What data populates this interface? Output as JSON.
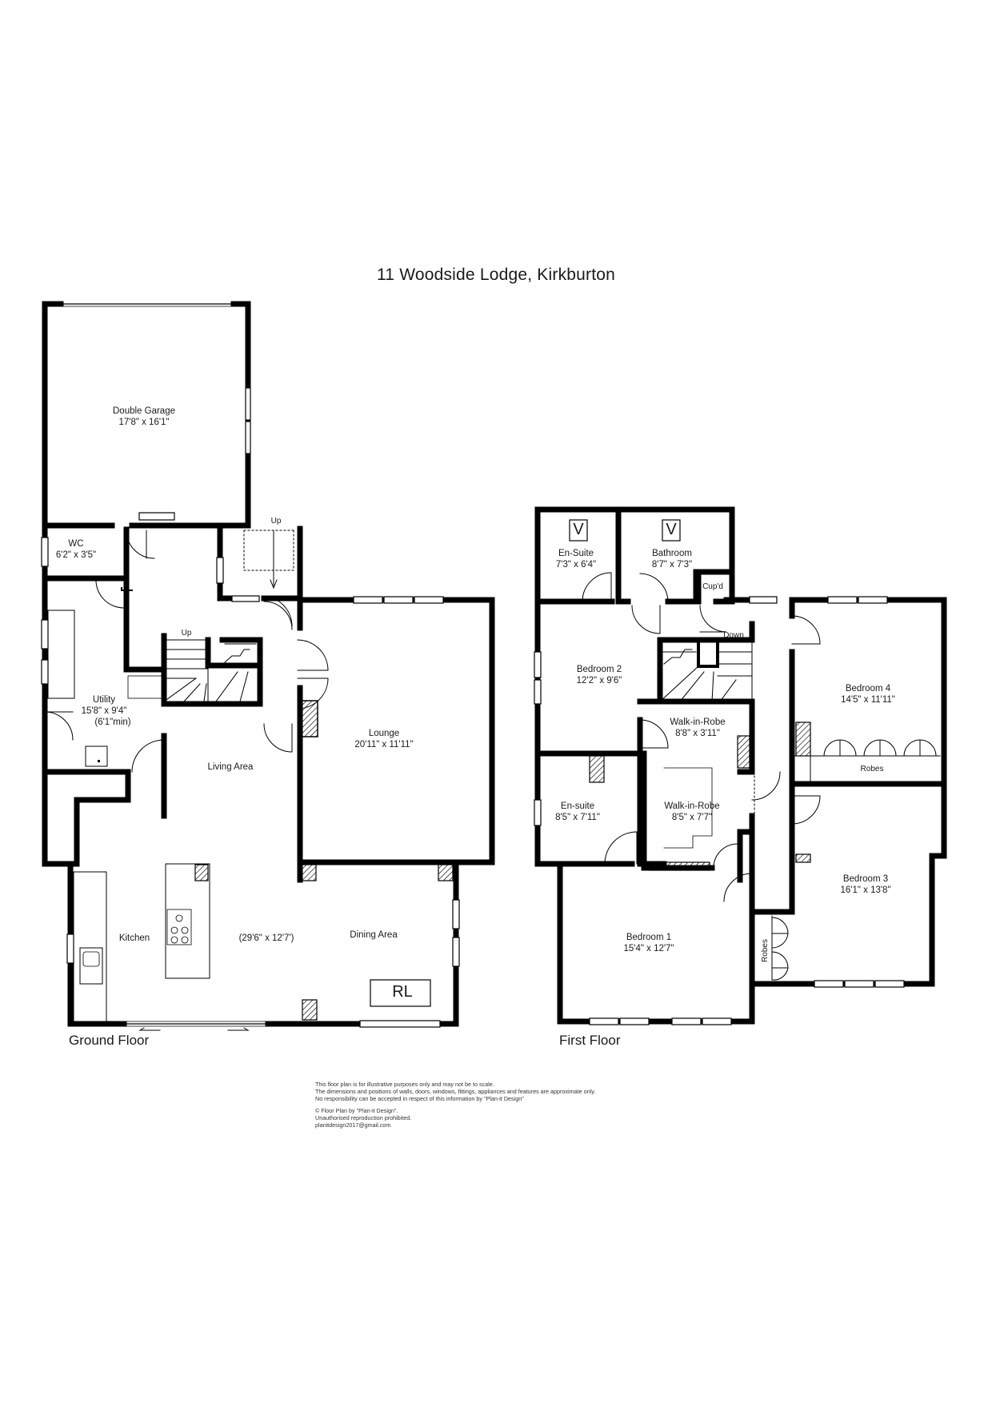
{
  "title": "11 Woodside Lodge, Kirkburton",
  "ground_floor": {
    "label": "Ground Floor",
    "rooms": {
      "double_garage": {
        "name": "Double Garage",
        "size": "17'8\" x 16'1\""
      },
      "wc": {
        "name": "WC",
        "size": "6'2\" x 3'5\""
      },
      "utility": {
        "name": "Utility",
        "size": "15'8\" x 9'4\"",
        "note": "(6'1\"min)"
      },
      "living_area": {
        "name": "Living Area"
      },
      "lounge": {
        "name": "Lounge",
        "size": "20'11\" x 11'11\""
      },
      "kitchen": {
        "name": "Kitchen"
      },
      "open_plan": {
        "size": "(29'6\" x 12'7')"
      },
      "dining_area": {
        "name": "Dining Area"
      }
    },
    "stair_up_1": "Up",
    "stair_up_2": "Up",
    "rl": "RL"
  },
  "first_floor": {
    "label": "First Floor",
    "rooms": {
      "en_suite_top": {
        "name": "En-Suite",
        "size": "7'3\" x 6'4\""
      },
      "bathroom": {
        "name": "Bathroom",
        "size": "8'7\" x 7'3\""
      },
      "cupd": {
        "name": "Cup'd"
      },
      "bedroom2": {
        "name": "Bedroom 2",
        "size": "12'2\" x 9'6\""
      },
      "walkin1": {
        "name": "Walk-in-Robe",
        "size": "8'8\" x 3'11\""
      },
      "bedroom4": {
        "name": "Bedroom 4",
        "size": "14'5\" x 11'11\""
      },
      "robes": {
        "name": "Robes"
      },
      "en_suite_lower": {
        "name": "En-suite",
        "size": "8'5\" x 7'11\""
      },
      "walkin2": {
        "name": "Walk-in-Robe",
        "size": "8'5\" x 7'7\""
      },
      "bedroom3": {
        "name": "Bedroom 3",
        "size": "16'1\" x 13'8\""
      },
      "bedroom1": {
        "name": "Bedroom 1",
        "size": "15'4\" x 12'7\""
      },
      "robes_vertical": {
        "name": "Robes"
      }
    },
    "down": "Down",
    "v1": "V",
    "v2": "V"
  },
  "notes": {
    "line1": "This floor plan is for illustrative purposes only and may not be to scale.",
    "line2": "The dimensions and positions of walls, doors, windows, fittings, appliances and features are approximate only.",
    "line3": "No responsibility can be accepted in respect of this information by \"Plan-it Design\"",
    "line4": "© Floor Plan by \"Plan-it Design\".",
    "line5": "Unauthorised reproduction prohibited.",
    "line6": "planitdesign2017@gmail.com"
  }
}
